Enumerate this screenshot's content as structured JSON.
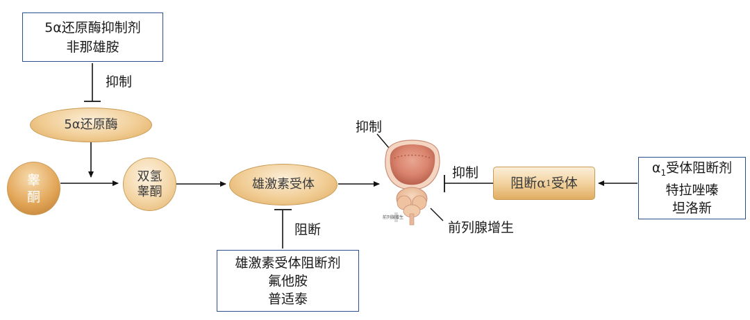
{
  "colors": {
    "box_border": "#2a4f8f",
    "arrow": "#111111",
    "node_gold": "#e0ad61"
  },
  "inhibitor_5ar_box": {
    "line1": "5α还原酶抑制剂",
    "line2": "非那雄胺"
  },
  "label_inhibit_top": "抑制",
  "node_5ar": "5α还原酶",
  "node_testosterone": {
    "line1": "睾",
    "line2": "酮"
  },
  "node_dht": {
    "line1": "双氢",
    "line2": "睾酮"
  },
  "node_androgen_receptor": "雄激素受体",
  "label_block": "阻断",
  "androgen_blocker_box": {
    "line1": "雄激素受体阻断剂",
    "line2": "氟他胺",
    "line3": "普适泰"
  },
  "label_inhibit_prostate": "抑制",
  "prostate": {
    "icon": "prostate-anatomy-icon",
    "caption": "前列腺增生"
  },
  "label_bph": "前列腺增生",
  "label_inhibit_right": "抑制",
  "node_alpha_block": {
    "prefix": "阻断",
    "alpha": "α",
    "sub": "1",
    "suffix": "受体"
  },
  "alpha_blocker_box": {
    "alpha": "α",
    "sub": "1",
    "line1_rest": "受体阻断剂",
    "line2": "特拉唑嗪",
    "line3": "坦洛新"
  }
}
